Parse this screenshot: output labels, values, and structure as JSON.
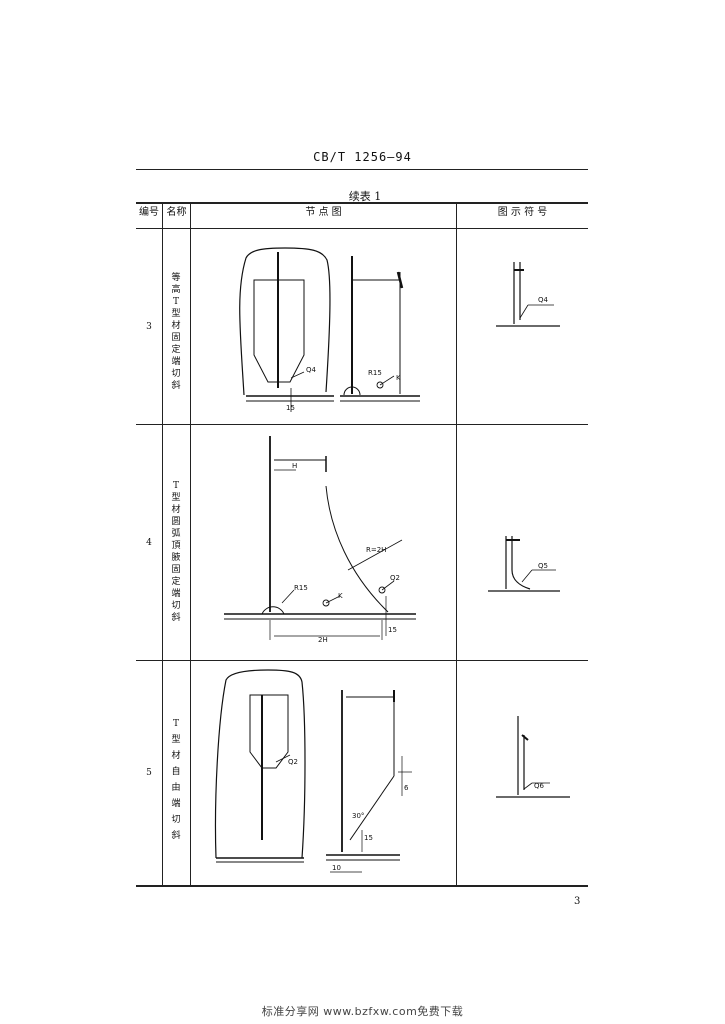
{
  "header": {
    "standard_code": "CB/T 1256—94"
  },
  "table": {
    "caption": "续表 1",
    "columns": {
      "number": "编号",
      "name": "名称",
      "drawing": "节 点 图",
      "symbol": "图 示 符 号"
    },
    "rows": [
      {
        "number": "3",
        "name": "等高T型材固定端切斜",
        "drawing_labels": {
          "q_left": "Q4",
          "radius": "R15",
          "k": "K",
          "dim": "15"
        },
        "symbol_label": "Q4"
      },
      {
        "number": "4",
        "name": "T型材圆弧頂腋固定端切斜",
        "drawing_labels": {
          "h": "H",
          "r2h": "R=2H",
          "r15": "R15",
          "q": "Q2",
          "k": "K",
          "span": "2H",
          "dim": "15"
        },
        "symbol_label": "Q5"
      },
      {
        "number": "5",
        "name": "T型材自由端切斜",
        "drawing_labels": {
          "q": "Q2",
          "angle": "30°",
          "dim_a": "15",
          "dim_b": "10",
          "dim_c": "6"
        },
        "symbol_label": "Q6"
      }
    ]
  },
  "page_number": "3",
  "footer": "标准分享网 www.bzfxw.com免费下载"
}
